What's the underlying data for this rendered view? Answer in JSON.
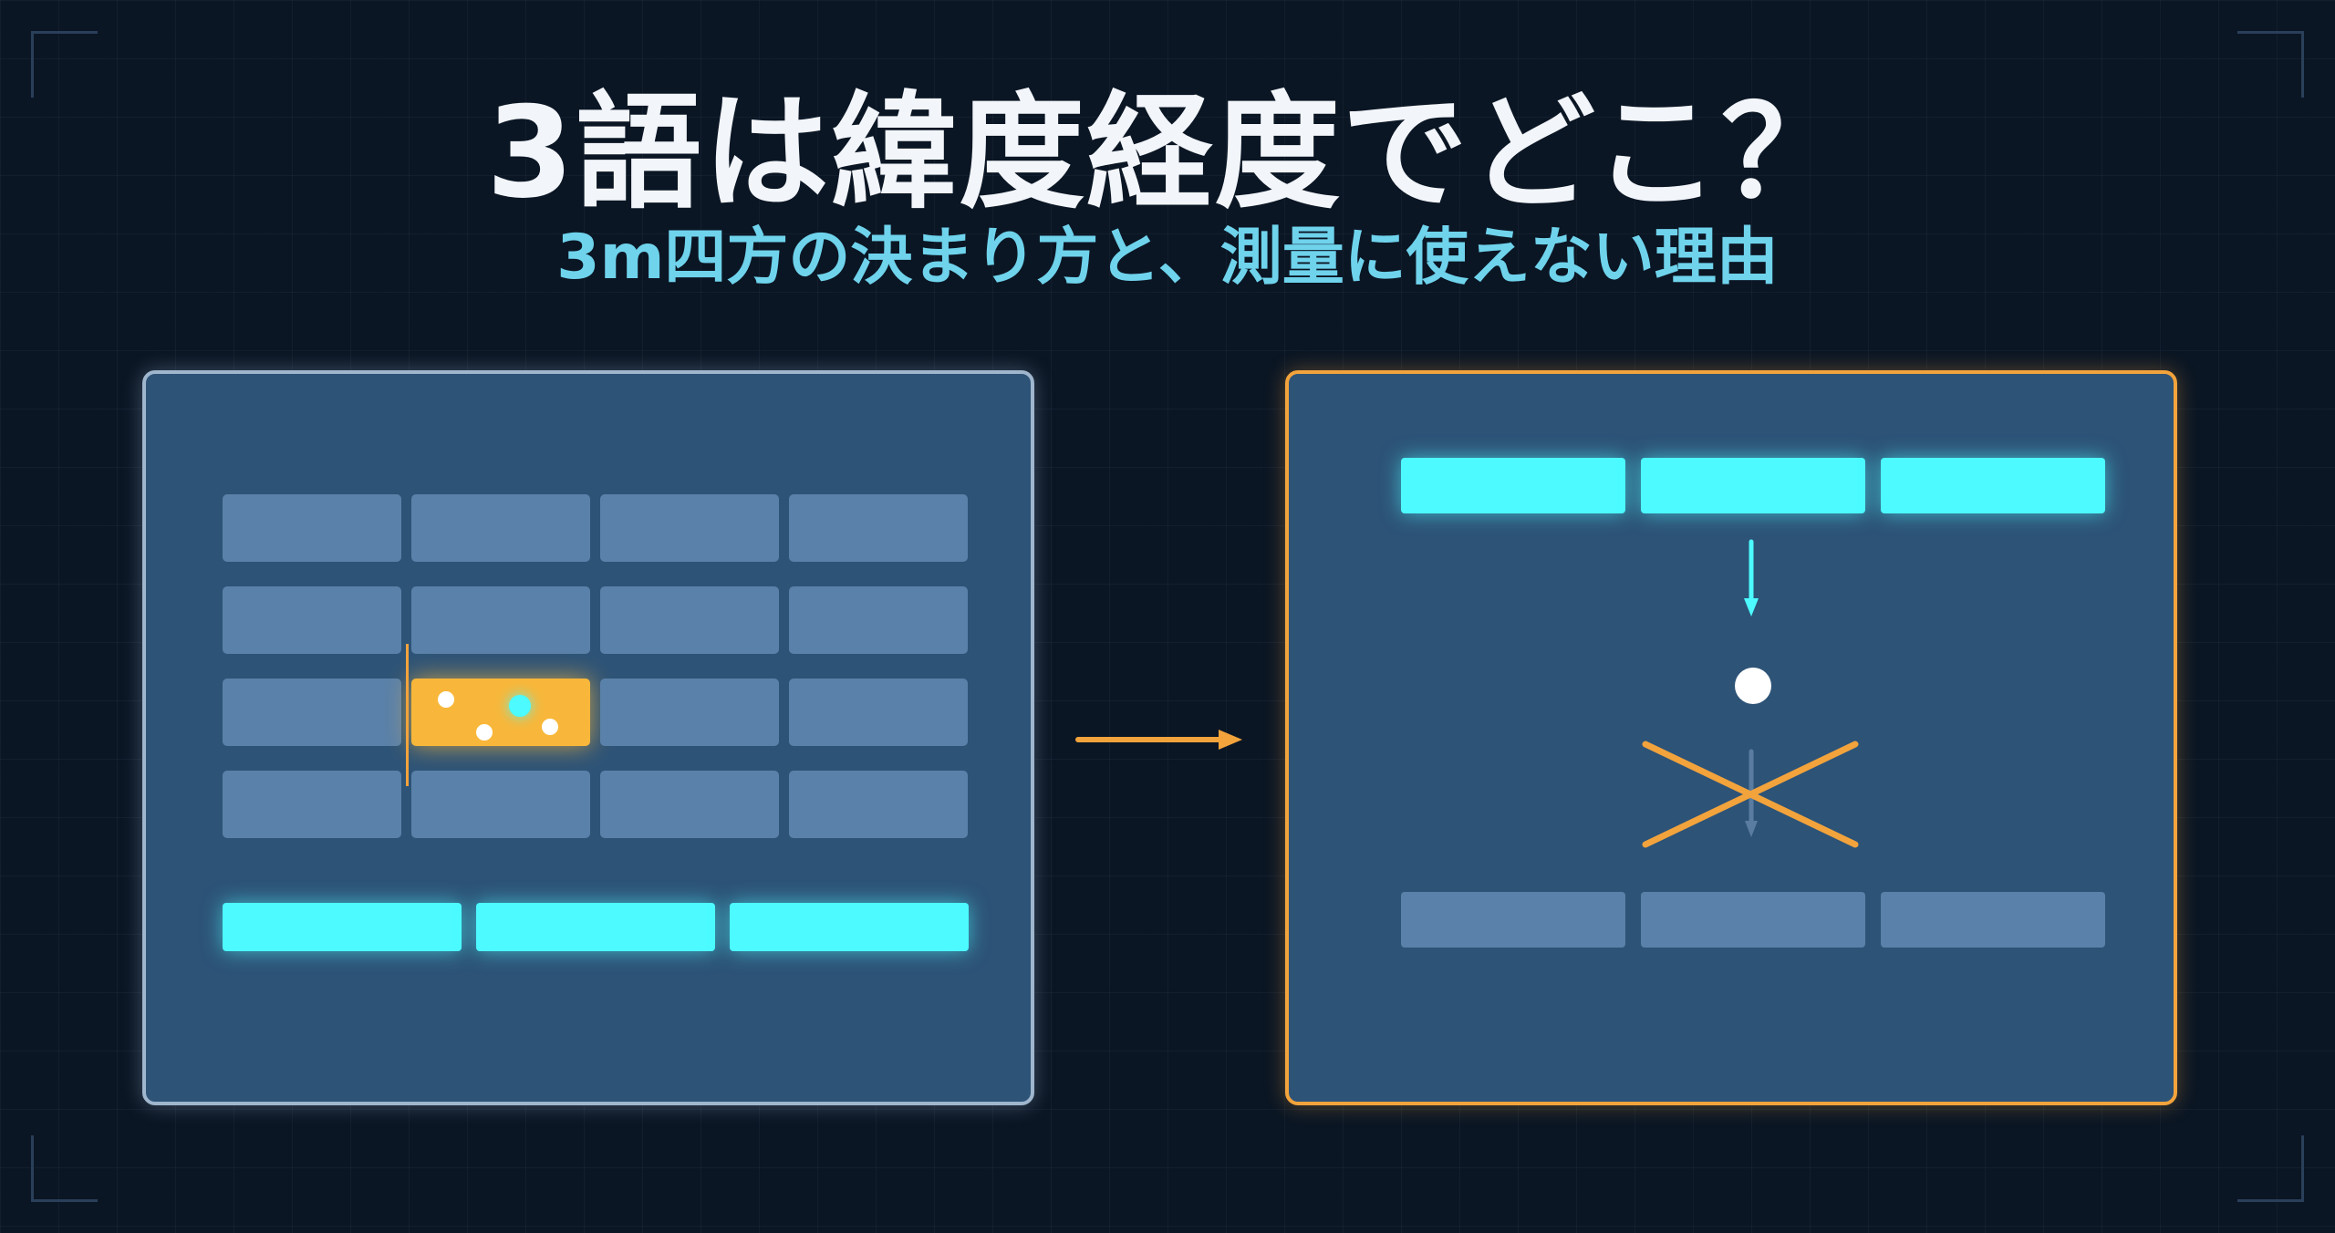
{
  "header": {
    "title": "3語は緯度経度でどこ？",
    "subtitle": "3m四方の決まり方と、測量に使えない理由"
  },
  "colors": {
    "background": "#0b1624",
    "panel": "#2d5377",
    "cell": "#5a81a9",
    "highlight_cell": "#f8b73a",
    "word_bar": "#4cfaff",
    "accent_orange": "#f2a33c",
    "title_text": "#f2f5fa",
    "subtitle_text": "#6fd3ec"
  },
  "left_panel": {
    "grid_rows": 4,
    "grid_cols": 4,
    "highlight_cell": {
      "row": 3,
      "col": 2
    },
    "word_bars": 3
  },
  "right_panel": {
    "word_bars": 3,
    "result_bars": 3,
    "crossed_out": true
  }
}
